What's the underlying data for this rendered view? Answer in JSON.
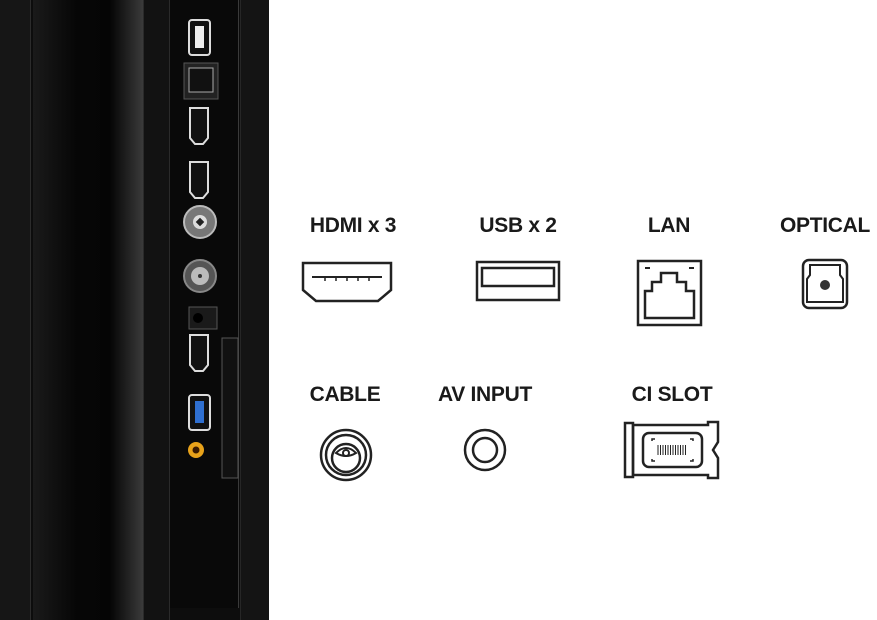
{
  "connectors": [
    {
      "id": "hdmi",
      "label": "HDMI x 3",
      "icon": "hdmi-icon"
    },
    {
      "id": "usb",
      "label": "USB x 2",
      "icon": "usb-icon"
    },
    {
      "id": "lan",
      "label": "LAN",
      "icon": "ethernet-icon"
    },
    {
      "id": "optical",
      "label": "OPTICAL",
      "icon": "optical-audio-icon"
    },
    {
      "id": "cable",
      "label": "CABLE",
      "icon": "coax-cable-icon"
    },
    {
      "id": "av",
      "label": "AV INPUT",
      "icon": "av-jack-icon"
    },
    {
      "id": "ci",
      "label": "CI SLOT",
      "icon": "ci-card-icon"
    }
  ],
  "colors": {
    "tv_body": "#0d0d0d",
    "usb3_blue": "#2f6fd0",
    "av_orange": "#e8a21a",
    "label": "#1a1a1a"
  }
}
